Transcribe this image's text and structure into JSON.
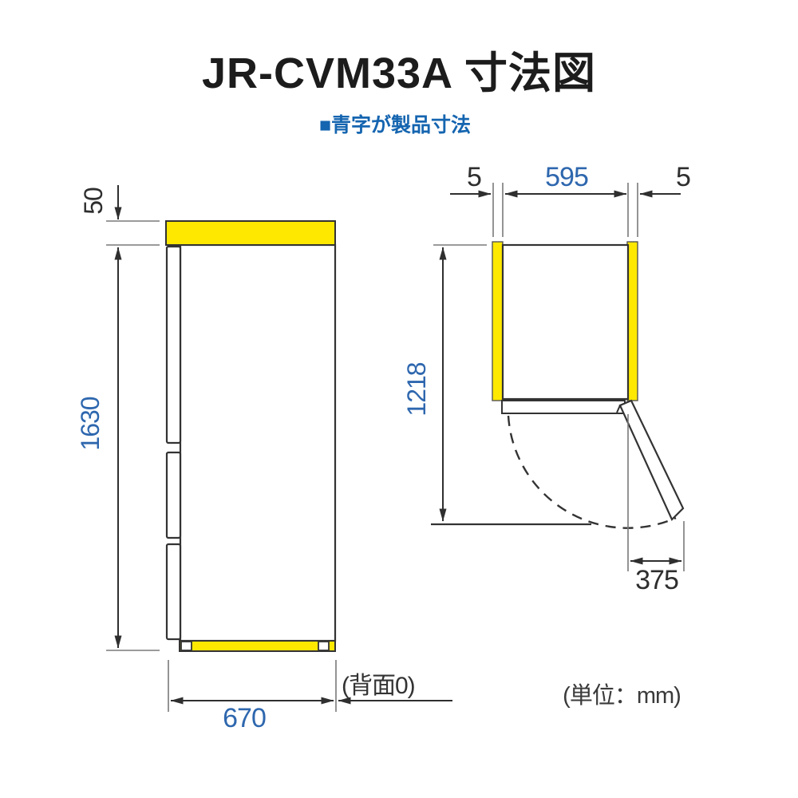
{
  "page": {
    "title": "JR-CVM33A 寸法図",
    "legend_note": "■青字が製品寸法",
    "unit_note": "(単位：mm)"
  },
  "side_view": {
    "top_clearance": "50",
    "height": "1630",
    "depth": "670",
    "back_note": "(背面0)"
  },
  "top_view": {
    "left_clearance": "5",
    "width": "595",
    "right_clearance": "5",
    "open_depth": "1218",
    "door_swing": "375"
  },
  "colors": {
    "highlight_yellow": "#ffe800",
    "dimension_blue": "#2e67ae",
    "legend_blue": "#1565b0",
    "line_dark": "#333333",
    "line_gray": "#7a7a7a"
  }
}
